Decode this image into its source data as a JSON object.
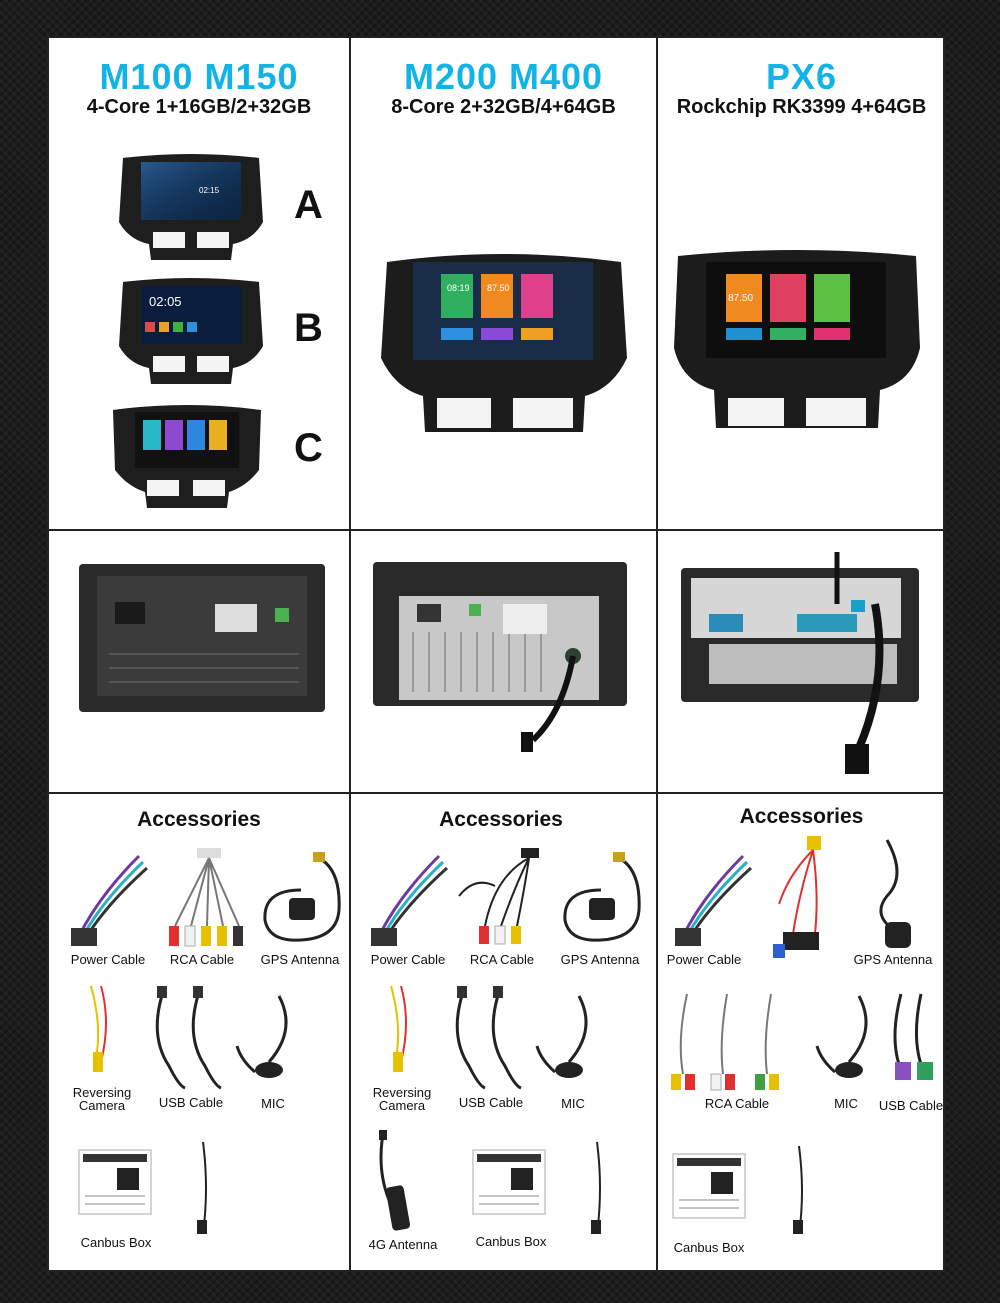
{
  "columns": [
    {
      "title": "M100 M150",
      "spec": "4-Core 1+16GB/2+32GB"
    },
    {
      "title": "M200 M400",
      "spec": "8-Core 2+32GB/4+64GB"
    },
    {
      "title": "PX6",
      "spec": "Rockchip RK3399 4+64GB"
    }
  ],
  "variants": [
    "A",
    "B",
    "C"
  ],
  "screens": {
    "b_time": "02:05",
    "a_time": "02:15",
    "m200_time": "08:19",
    "m200_radio": "87.50",
    "px6_radio": "87.50"
  },
  "accessories": {
    "title": "Accessories",
    "col1": {
      "power": "Power Cable",
      "rca": "RCA Cable",
      "gps": "GPS Antenna",
      "rev1": "Reversing",
      "rev2": "Camera",
      "usb": "USB Cable",
      "mic": "MIC",
      "canbus": "Canbus Box"
    },
    "col2": {
      "power": "Power Cable",
      "rca": "RCA Cable",
      "gps": "GPS Antenna",
      "rev1": "Reversing",
      "rev2": "Camera",
      "usb": "USB Cable",
      "mic": "MIC",
      "ant4g": "4G Antenna",
      "canbus": "Canbus Box"
    },
    "col3": {
      "power": "Power Cable",
      "gps": "GPS Antenna",
      "rca": "RCA Cable",
      "mic": "MIC",
      "usb": "USB Cable",
      "canbus": "Canbus Box"
    }
  },
  "colors": {
    "accent": "#12b4e8",
    "frame": "#222222"
  }
}
